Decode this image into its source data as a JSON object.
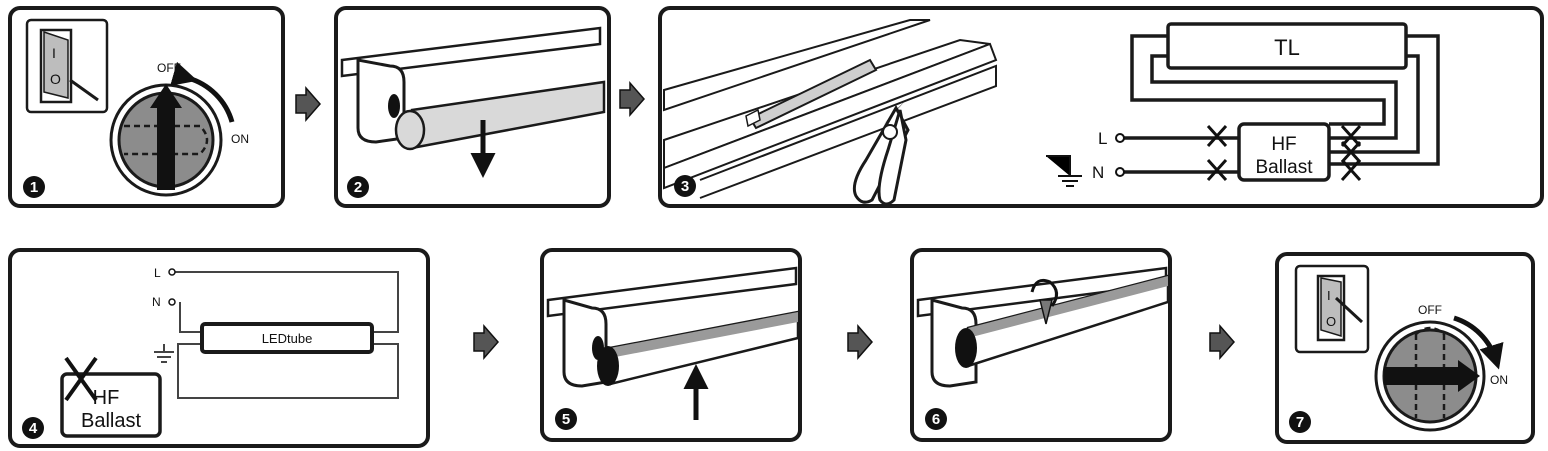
{
  "steps": [
    {
      "number": "1",
      "switch_states": {
        "off": "OFF",
        "on": "ON"
      }
    },
    {
      "number": "2"
    },
    {
      "number": "3",
      "diagram": {
        "tube": "TL",
        "ballast_line1": "HF",
        "ballast_line2": "Ballast",
        "live": "L",
        "neutral": "N"
      }
    },
    {
      "number": "4",
      "diagram": {
        "live": "L",
        "neutral": "N",
        "tube": "LEDtube",
        "ballast_line1": "HF",
        "ballast_line2": "Ballast"
      }
    },
    {
      "number": "5"
    },
    {
      "number": "6"
    },
    {
      "number": "7",
      "switch_states": {
        "off": "OFF",
        "on": "ON"
      }
    }
  ],
  "colors": {
    "outline": "#1a1a1a",
    "tube_grey": "#9a9a9a",
    "tube_light": "#d9d9d9",
    "dial_grey": "#8c8c8c",
    "badge": "#111111"
  }
}
